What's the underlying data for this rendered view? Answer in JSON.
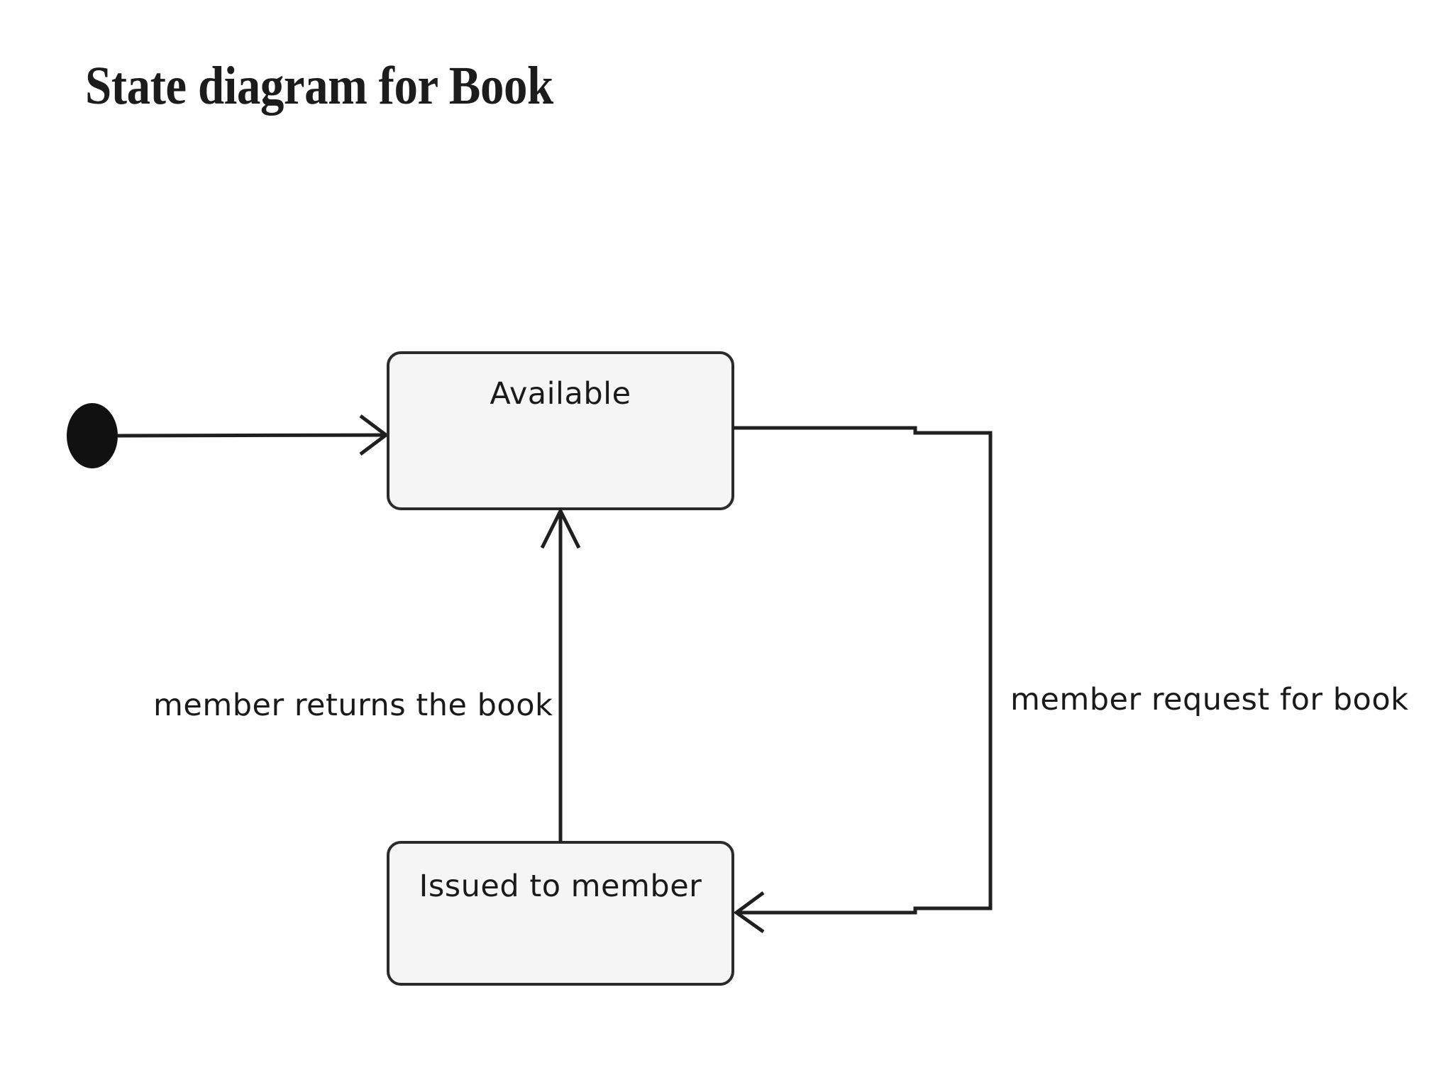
{
  "slide": {
    "title": "State diagram for Book",
    "background_color": "#ffffff",
    "title_color": "#1c1c1c"
  },
  "diagram": {
    "type": "uml-state-diagram",
    "subject": "Book",
    "stroke_color": "#1f1f1f",
    "state_fill_color": "#f5f5f5",
    "state_border_color": "#2b2b2b",
    "initial_node": {
      "name": "initial-state",
      "shape": "filled-ellipse",
      "color": "#111111"
    },
    "states": [
      {
        "id": "available",
        "label": "Available"
      },
      {
        "id": "issued",
        "label": "Issued to member"
      }
    ],
    "transitions": [
      {
        "id": "start-to-available",
        "from": "initial-state",
        "to": "available",
        "label": ""
      },
      {
        "id": "available-to-issued",
        "from": "available",
        "to": "issued",
        "label": "member request for book"
      },
      {
        "id": "issued-to-available",
        "from": "issued",
        "to": "available",
        "label": "member returns the book"
      }
    ]
  }
}
